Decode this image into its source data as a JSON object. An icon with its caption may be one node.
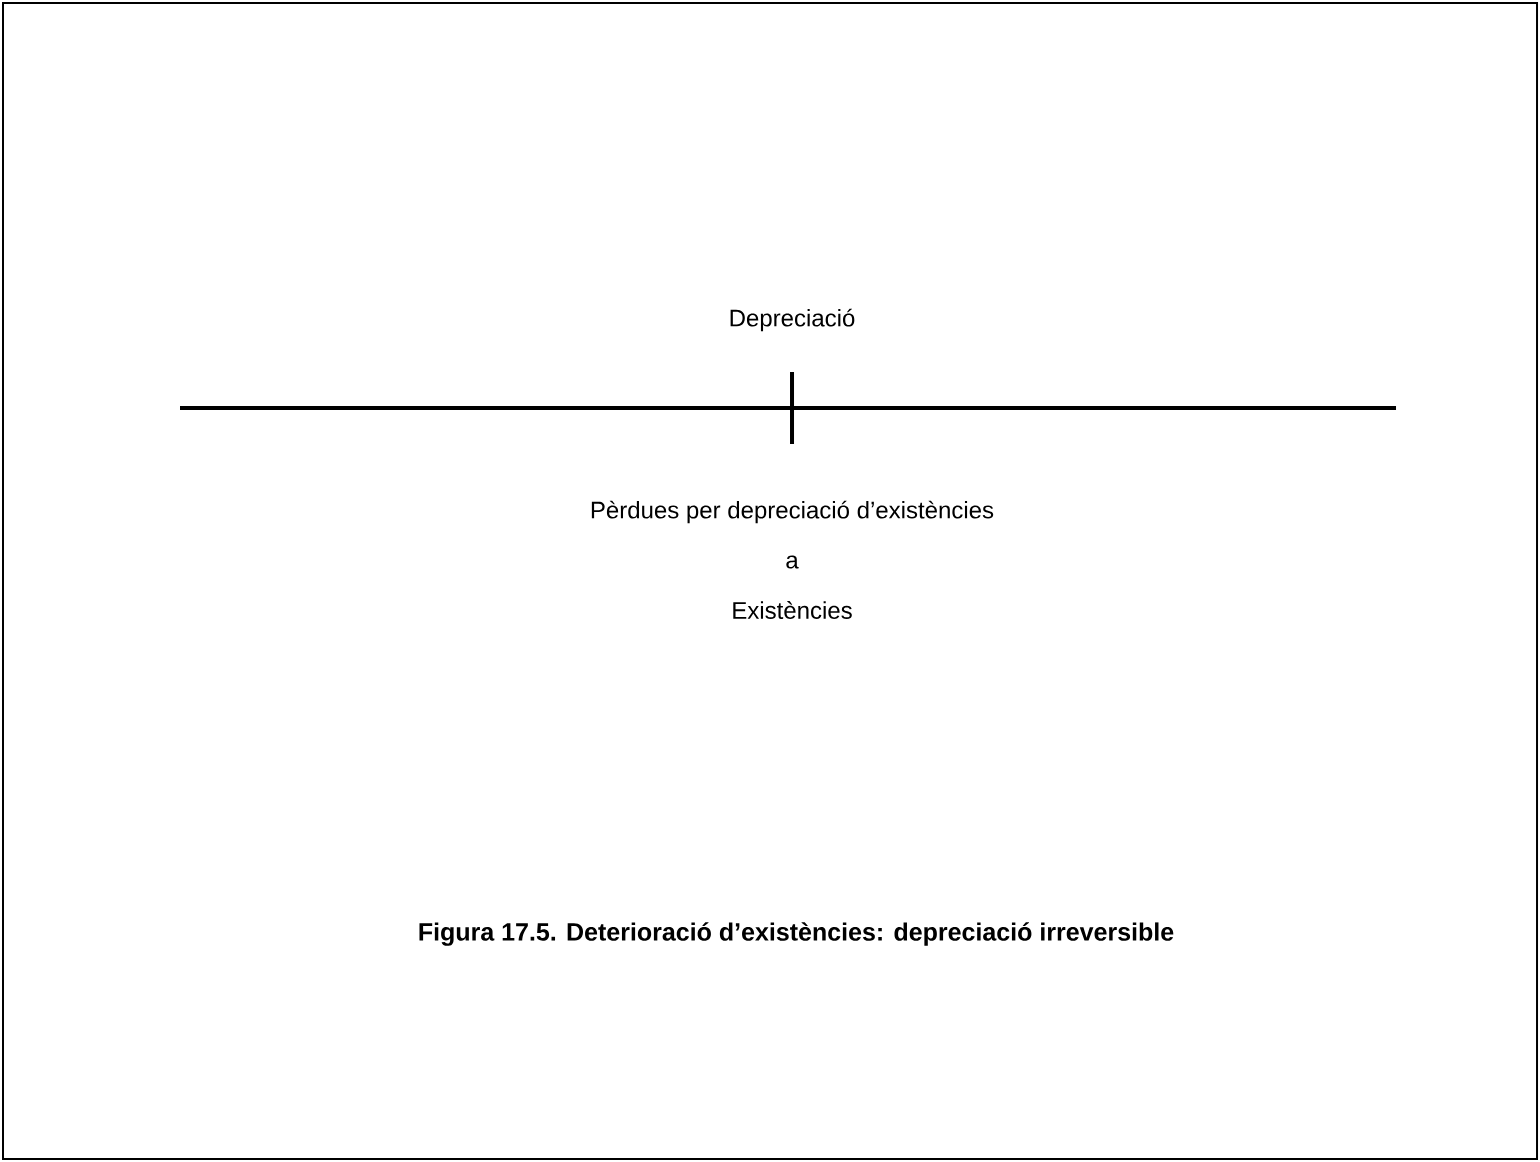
{
  "diagram": {
    "caption": "Figura 17.5. Deterioració d’existències: depreciació irreversible",
    "labels": [
      "Depreciació",
      "Pèrdues per depreciació d’existències",
      "a",
      "Existències"
    ]
  }
}
